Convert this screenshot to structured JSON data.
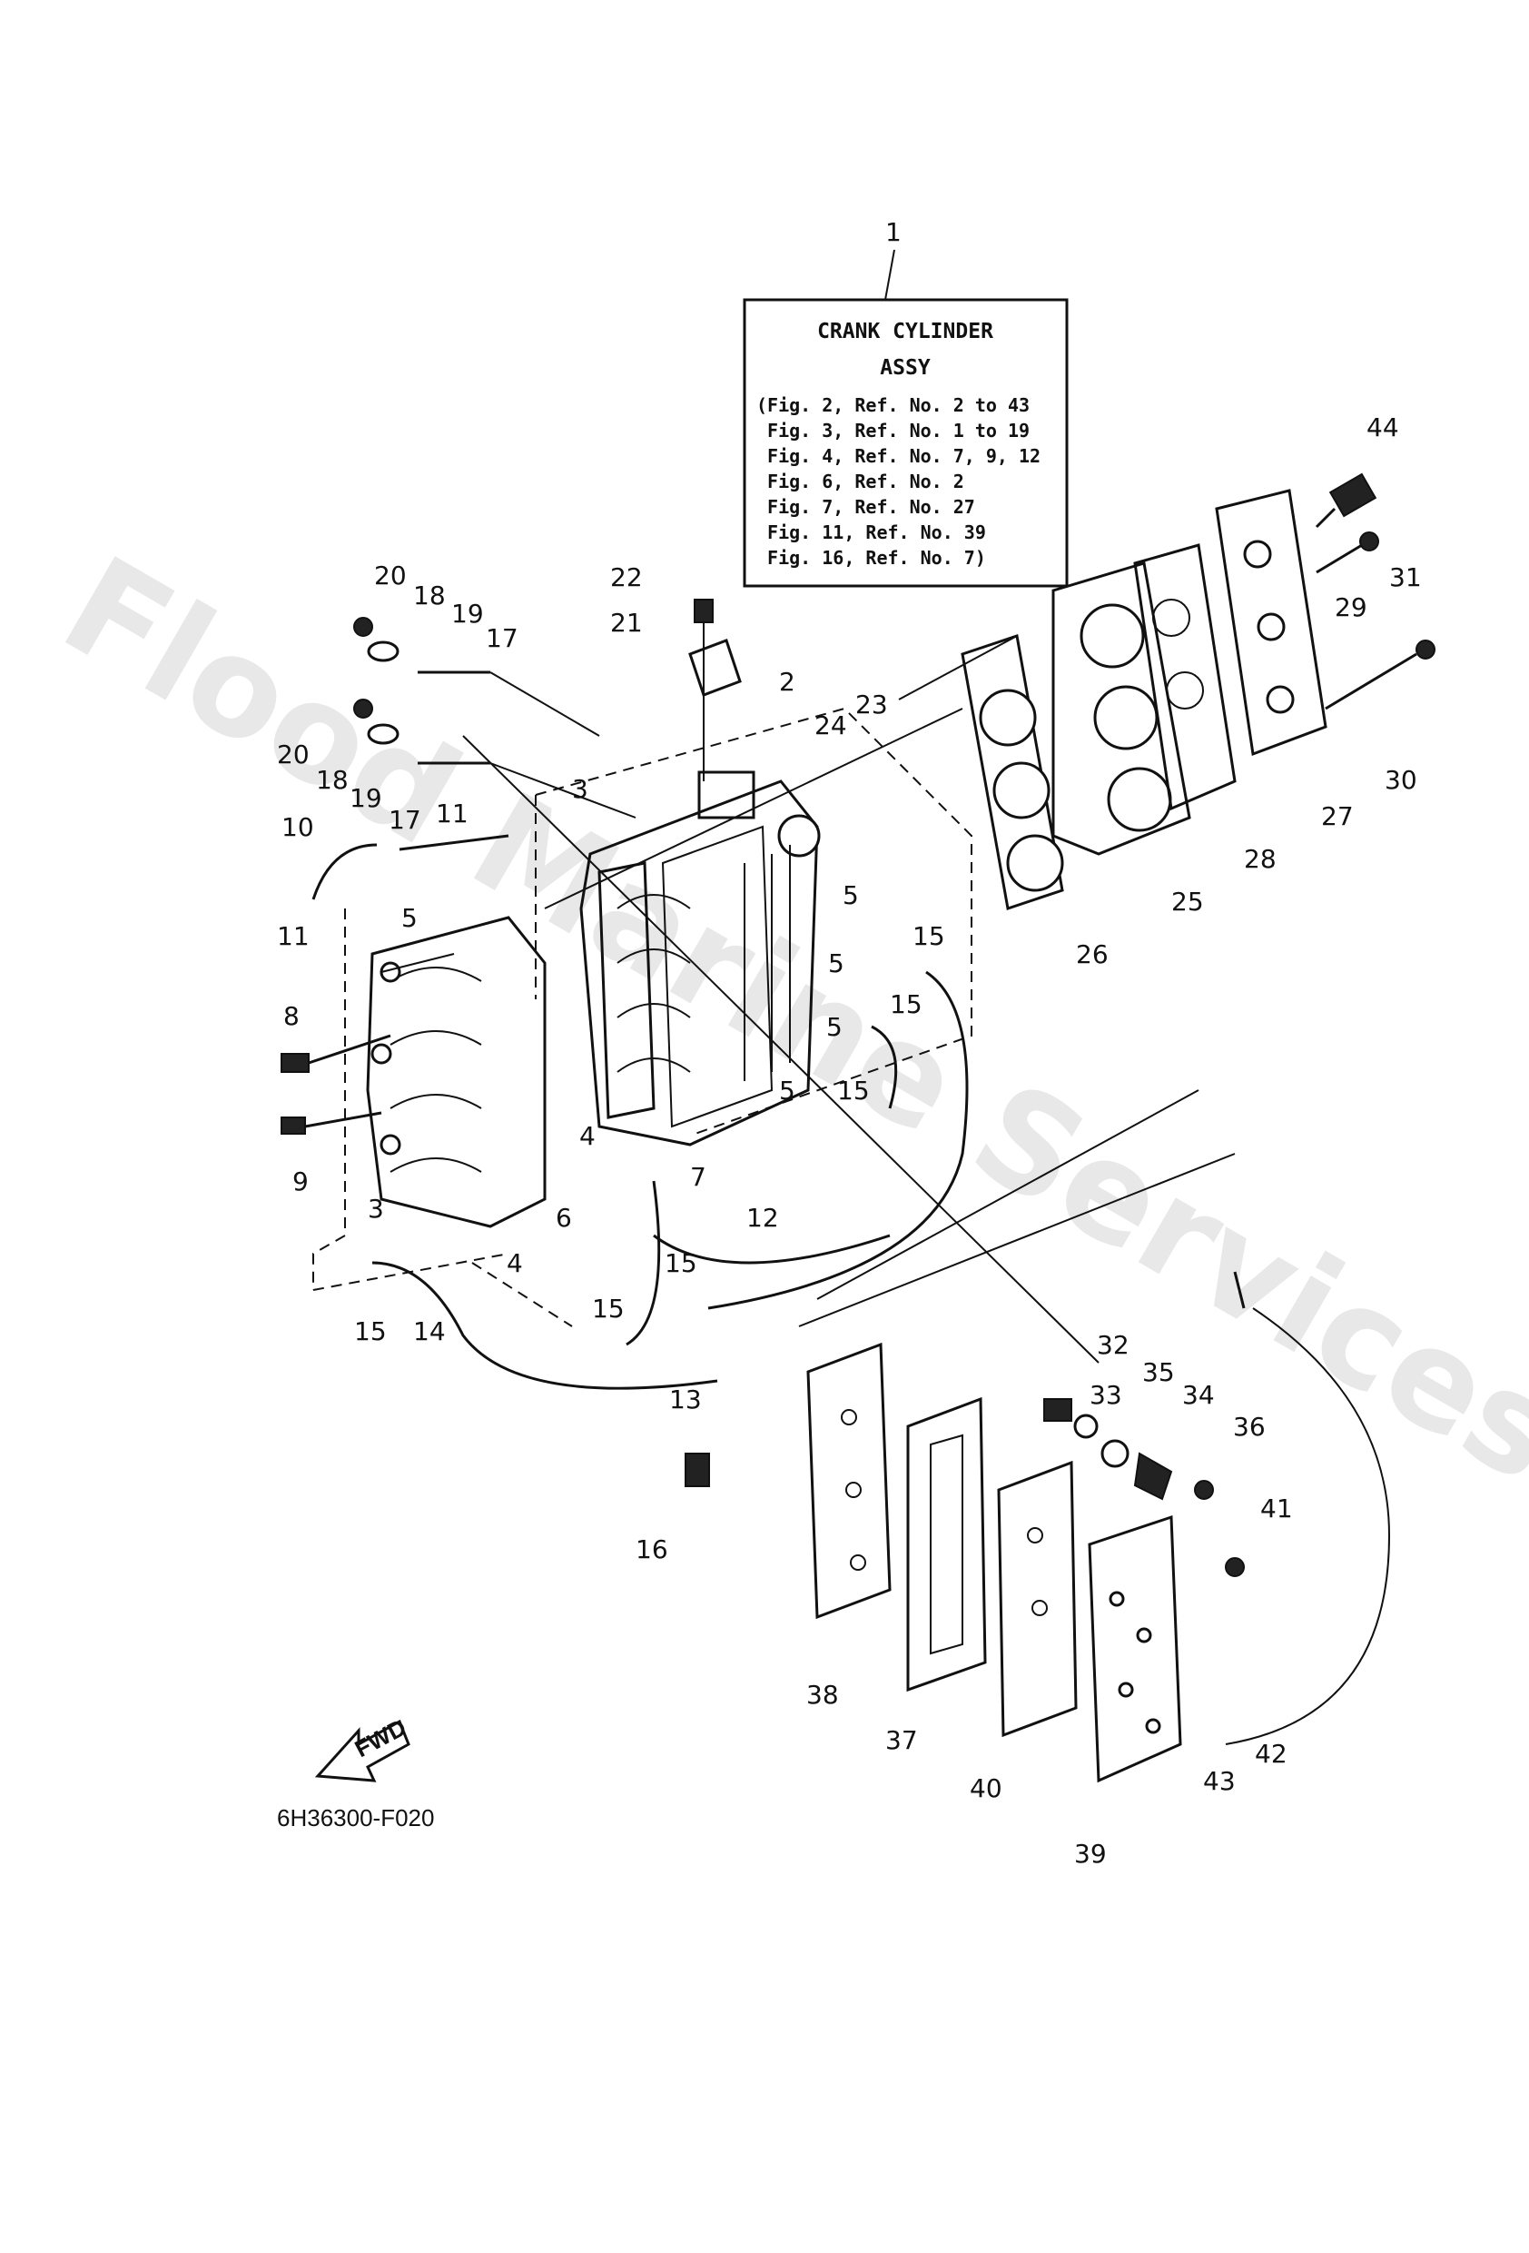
{
  "watermark": "Flood Marine Services",
  "figure_code": "6H36300-F020",
  "fwd_label": "FWD",
  "assy_box": {
    "title_line1": "CRANK CYLINDER",
    "title_line2": "ASSY",
    "lines": [
      "(Fig. 2, Ref. No. 2 to 43",
      " Fig. 3, Ref. No. 1 to 19",
      " Fig. 4, Ref. No. 7, 9, 12",
      " Fig. 6, Ref. No. 2",
      " Fig. 7, Ref. No. 27",
      " Fig. 11, Ref. No. 39",
      " Fig. 16, Ref. No. 7)"
    ]
  },
  "callouts": [
    {
      "id": "c1",
      "text": "1"
    },
    {
      "id": "c2",
      "text": "2"
    },
    {
      "id": "c3a",
      "text": "3"
    },
    {
      "id": "c3b",
      "text": "3"
    },
    {
      "id": "c4a",
      "text": "4"
    },
    {
      "id": "c4b",
      "text": "4"
    },
    {
      "id": "c5a",
      "text": "5"
    },
    {
      "id": "c5b",
      "text": "5"
    },
    {
      "id": "c5c",
      "text": "5"
    },
    {
      "id": "c5d",
      "text": "5"
    },
    {
      "id": "c5e",
      "text": "5"
    },
    {
      "id": "c6",
      "text": "6"
    },
    {
      "id": "c7",
      "text": "7"
    },
    {
      "id": "c8",
      "text": "8"
    },
    {
      "id": "c9",
      "text": "9"
    },
    {
      "id": "c10",
      "text": "10"
    },
    {
      "id": "c11a",
      "text": "11"
    },
    {
      "id": "c11b",
      "text": "11"
    },
    {
      "id": "c12",
      "text": "12"
    },
    {
      "id": "c13",
      "text": "13"
    },
    {
      "id": "c14",
      "text": "14"
    },
    {
      "id": "c15a",
      "text": "15"
    },
    {
      "id": "c15b",
      "text": "15"
    },
    {
      "id": "c15c",
      "text": "15"
    },
    {
      "id": "c15d",
      "text": "15"
    },
    {
      "id": "c15e",
      "text": "15"
    },
    {
      "id": "c15f",
      "text": "15"
    },
    {
      "id": "c16",
      "text": "16"
    },
    {
      "id": "c17a",
      "text": "17"
    },
    {
      "id": "c17b",
      "text": "17"
    },
    {
      "id": "c18a",
      "text": "18"
    },
    {
      "id": "c18b",
      "text": "18"
    },
    {
      "id": "c19a",
      "text": "19"
    },
    {
      "id": "c19b",
      "text": "19"
    },
    {
      "id": "c20a",
      "text": "20"
    },
    {
      "id": "c20b",
      "text": "20"
    },
    {
      "id": "c21",
      "text": "21"
    },
    {
      "id": "c22",
      "text": "22"
    },
    {
      "id": "c23",
      "text": "23"
    },
    {
      "id": "c24",
      "text": "24"
    },
    {
      "id": "c25",
      "text": "25"
    },
    {
      "id": "c26",
      "text": "26"
    },
    {
      "id": "c27",
      "text": "27"
    },
    {
      "id": "c28",
      "text": "28"
    },
    {
      "id": "c29",
      "text": "29"
    },
    {
      "id": "c30",
      "text": "30"
    },
    {
      "id": "c31",
      "text": "31"
    },
    {
      "id": "c32",
      "text": "32"
    },
    {
      "id": "c33",
      "text": "33"
    },
    {
      "id": "c34",
      "text": "34"
    },
    {
      "id": "c35",
      "text": "35"
    },
    {
      "id": "c36",
      "text": "36"
    },
    {
      "id": "c37",
      "text": "37"
    },
    {
      "id": "c38",
      "text": "38"
    },
    {
      "id": "c39",
      "text": "39"
    },
    {
      "id": "c40",
      "text": "40"
    },
    {
      "id": "c41",
      "text": "41"
    },
    {
      "id": "c42",
      "text": "42"
    },
    {
      "id": "c43",
      "text": "43"
    },
    {
      "id": "c44",
      "text": "44"
    }
  ]
}
